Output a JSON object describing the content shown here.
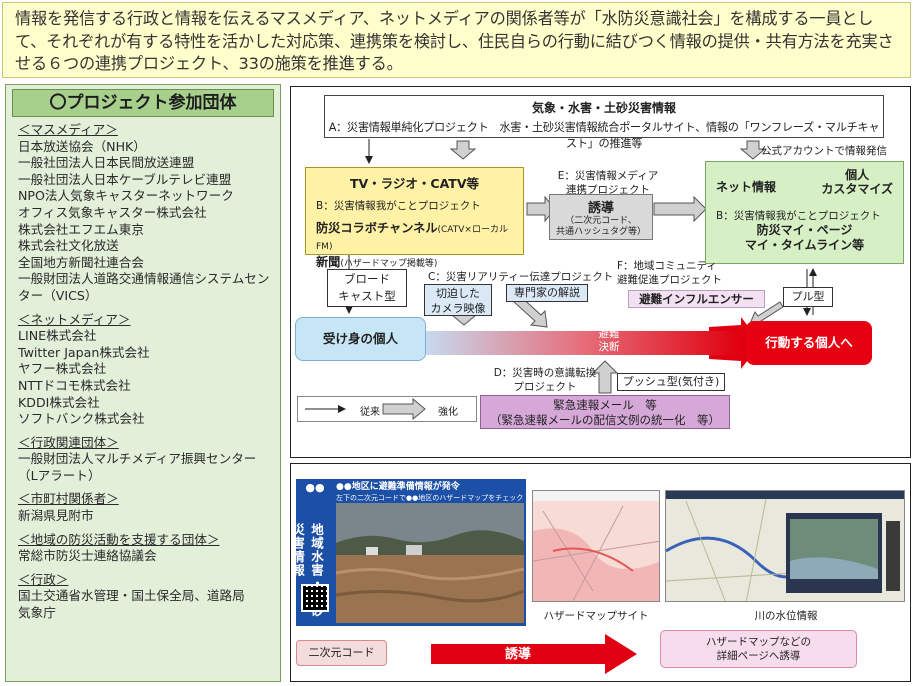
{
  "intro": {
    "text": "情報を発信する行政と情報を伝えるマスメディア、ネットメディアの関係者等が「水防災意識社会」を構成する一員として、それぞれが有する特性を活かした対応策、連携策を検討し、住民自らの行動に結びつく情報の提供・共有方法を充実させる６つの連携プロジェクト、33の施策を推進する。"
  },
  "sidebar": {
    "title": "〇プロジェクト参加団体",
    "categories": [
      {
        "heading": "＜マスメディア＞",
        "items": [
          "日本放送協会（NHK）",
          "一般社団法人日本民間放送連盟",
          "一般社団法人日本ケーブルテレビ連盟",
          "NPO法人気象キャスターネットワーク",
          "オフィス気象キャスター株式会社",
          "株式会社エフエム東京",
          "株式会社文化放送",
          "全国地方新聞社連合会",
          "一般財団法人道路交通情報通信システムセンター（VICS）"
        ]
      },
      {
        "heading": "＜ネットメディア＞",
        "items": [
          "LINE株式会社",
          "Twitter Japan株式会社",
          "ヤフー株式会社",
          "NTTドコモ株式会社",
          "KDDI株式会社",
          "ソフトバンク株式会社"
        ]
      },
      {
        "heading": "＜行政関連団体＞",
        "items": [
          "一般財団法人マルチメディア振興センター（Lアラート）"
        ]
      },
      {
        "heading": "＜市町村関係者＞",
        "items": [
          "新潟県見附市"
        ]
      },
      {
        "heading": "＜地域の防災活動を支援する団体＞",
        "items": [
          "常総市防災士連絡協議会"
        ]
      },
      {
        "heading": "＜行政＞",
        "items": [
          "国土交通省水管理・国土保全局、道路局",
          "気象庁"
        ]
      }
    ]
  },
  "diagram": {
    "top_title": "気象・水害・土砂災害情報",
    "top_line": "A：災害情報単純化プロジェクト　水害・土砂災害情報統合ポータルサイト、情報の「ワンフレーズ・マルチキャスト」の推進等",
    "official_account": "公式アカウントで情報発信",
    "tv_head": "TV・ラジオ・CATV等",
    "tv_sub": "B：災害情報我がことプロジェクト",
    "tv_body1": "防災コラボチャンネル",
    "tv_body1_small": "(CATV×ローカルFM)",
    "tv_body2": "新聞",
    "tv_body2_small": "(ハザードマップ掲載等)",
    "e_label": "E：災害情報メディア\n連携プロジェクト",
    "guide_main": "誘導",
    "guide_sub": "（二次元コード、\n共通ハッシュタグ等）",
    "net_info": "ネット情報",
    "individual_customize": "個人\nカスタマイズ",
    "net_sub": "B：災害情報我がことプロジェクト",
    "net_body": "防災マイ・ページ\nマイ・タイムライン等",
    "broadcast": "ブロード\nキャスト型",
    "c_label": "C：災害リアリティー伝達プロジェクト",
    "camera": "切迫した\nカメラ映像",
    "expert": "専門家の解説",
    "f_label": "F：地域コミュニティ\n避難促進プロジェクト",
    "influencer": "避難インフルエンサー",
    "pull": "プル型",
    "passive_person": "受け身の個人",
    "decision": "避難\n決断",
    "active_person": "行動する個人へ",
    "d_label": "D：災害時の意識転換\nプロジェクト",
    "push": "プッシュ型(気付き)",
    "emergency": "緊急速報メール　等\n（緊急速報メールの配信文例の統一化　等）",
    "legend_conventional": "従来",
    "legend_enhanced": "強化"
  },
  "lower": {
    "poster_head1": "●●地区に避難準備情報が発令",
    "poster_head2": "左下の二次元コードで●●地区のハザードマップをチェック",
    "poster_dots": "●●",
    "poster_vertical": "地域水害・土砂災害情報",
    "hazard_caption": "ハザードマップサイト",
    "river_caption": "川の水位情報",
    "qr_label": "二次元コード",
    "guide_label": "誘導",
    "detail_label": "ハザードマップなどの\n詳細ページへ誘導"
  },
  "colors": {
    "intro_bg": "#ffffcc",
    "sidebar_bg": "#e2efd9",
    "sidebar_title_bg": "#a8d08d",
    "tv_bg": "#fff2a6",
    "net_bg": "#d6efc4",
    "passive_bg": "#c7e6f5",
    "active_bg": "#e60012",
    "emergency_bg": "#d5a8d8",
    "poster_blue": "#1c4fa6"
  }
}
